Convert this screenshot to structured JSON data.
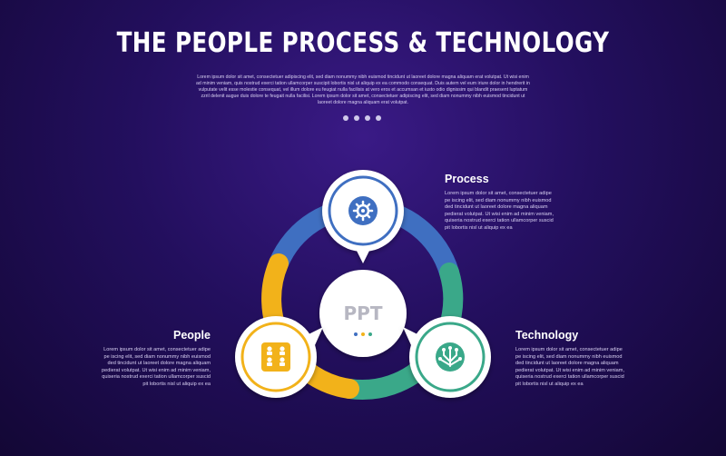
{
  "header": {
    "title": "THE PEOPLE PROCESS & TECHNOLOGY",
    "subtitle": "Lorem ipsum dolor sit amet, consectetuer adipiscing elit, sed diam nonummy nibh euismod tincidunt ut laoreet dolore magna aliquam erat volutpat. Ut wisi enim ad minim veniam, quis nostrud exerci tation ullamcorper suscipit lobortis nisl ut aliquip ex ea commodo consequat. Duis autem vel eum iriure dolor in hendrerit in vulputate velit esse molestie consequat, vel illum dolore eu feugiat nulla facilisis at vero eros et accumsan et iusto odio dignissim qui blandit praesent luptatum zzril delenit augue duis dolore te feugait nulla facilisi. Lorem ipsum dolor sit amet, consectetuer adipiscing elit, sed diam nonummy nibh euismod tincidunt ut laoreet dolore magna aliquam erat volutpat.",
    "page_dots": 4
  },
  "center": {
    "label": "PPT"
  },
  "items": [
    {
      "title": "Process",
      "text": "Lorem ipsum dolor sit amet, consectetuer adipe pe iscing elit, sed diam nonummy nibh euismod ded tincidunt ut laoreet dolore magna aliquam pedierat volutpat. Ut wisi enim ad minim veniam, quiseria nostrud exerci tation ullamcorper suscid pit lobortis nisl ut aliquip ex ea",
      "icon": "gear-refresh-icon",
      "color": "#3f6fc1"
    },
    {
      "title": "People",
      "text": "Lorem ipsum dolor sit amet, consectetuer adipe pe iscing elit, sed diam nonummy nibh euismod ded tincidunt ut laoreet dolore magna aliquam pedierat volutpat. Ut wisi enim ad minim veniam, quiseria nostrud exerci tation ullamcorper suscid pit lobortis nisl ut aliquip ex ea",
      "icon": "people-grid-icon",
      "color": "#f2b21a"
    },
    {
      "title": "Technology",
      "text": "Lorem ipsum dolor sit amet, consectetuer adipe pe iscing elit, sed diam nonummy nibh euismod ded tincidunt ut laoreet dolore magna aliquam pedierat volutpat. Ut wisi enim ad minim veniam, quiseria nostrud exerci tation ullamcorper suscid pit lobortis nisl ut aliquip ex ea",
      "icon": "circuit-icon",
      "color": "#3aa889"
    }
  ],
  "center_dot_colors": [
    "#3f6fc1",
    "#f2b21a",
    "#3aa889"
  ]
}
